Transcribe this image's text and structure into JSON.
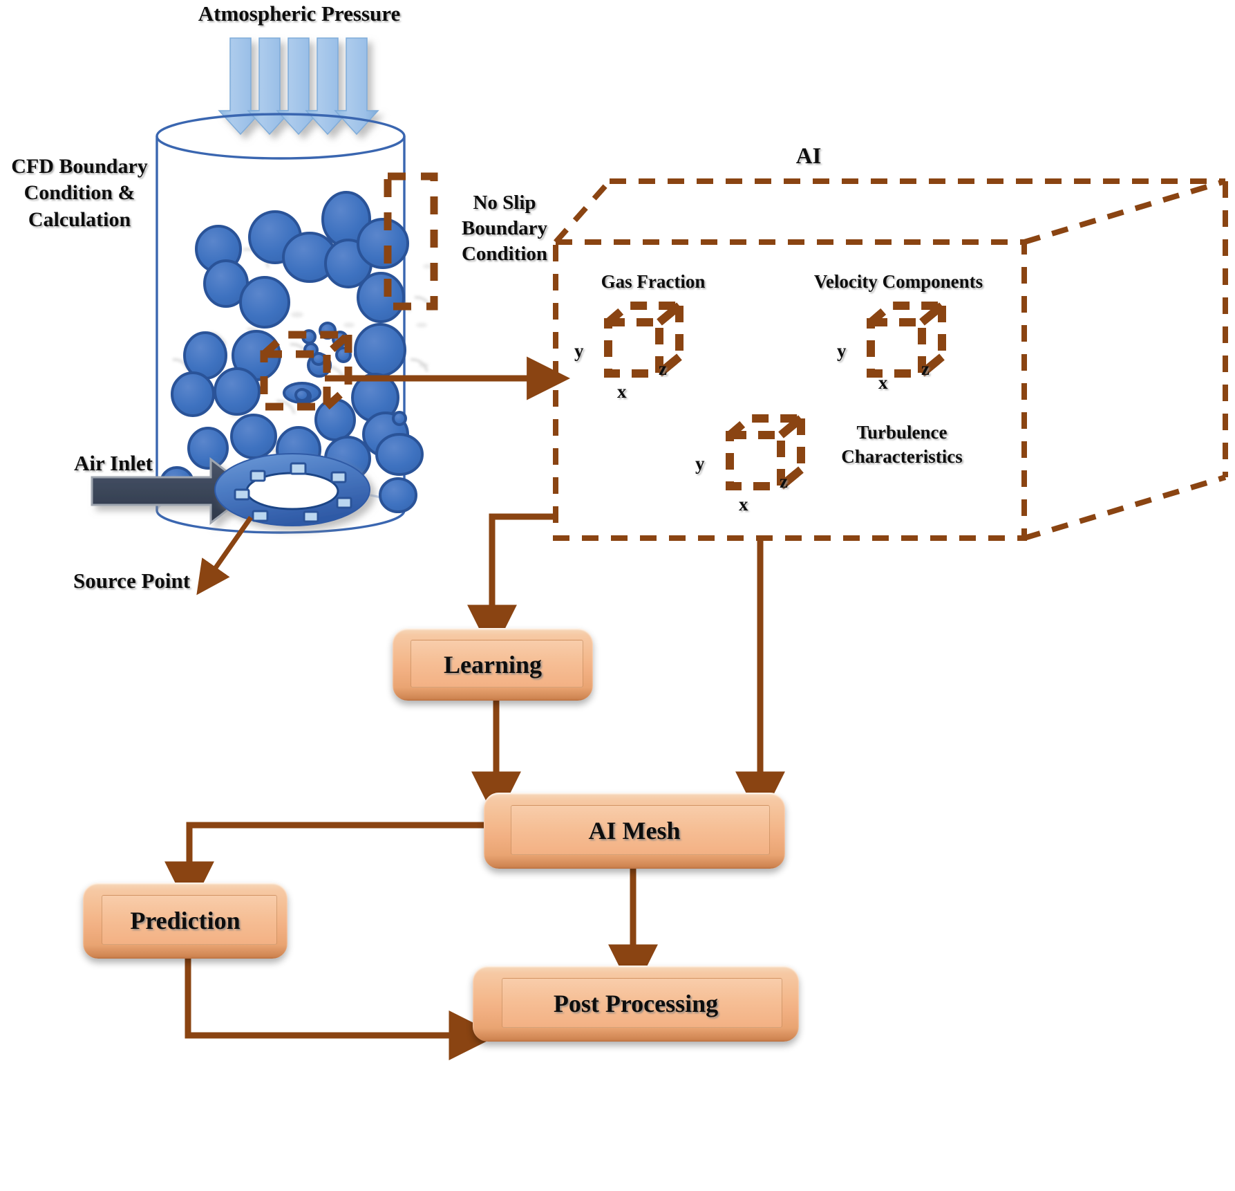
{
  "diagram": {
    "title_top": "Atmospheric Pressure",
    "left_caption": "CFD Boundary\nCondition &\nCalculation",
    "no_slip_label": "No Slip\nBoundary\nCondition",
    "air_inlet_label": "Air Inlet",
    "source_point_label": "Source Point",
    "ai_label": "AI"
  },
  "ai_panel": {
    "items": [
      {
        "name": "Gas Fraction",
        "axes": {
          "x": "x",
          "y": "y",
          "z": "z"
        }
      },
      {
        "name": "Velocity Components",
        "axes": {
          "x": "x",
          "y": "y",
          "z": "z"
        }
      },
      {
        "name": "Turbulence\nCharacteristics",
        "axes": {
          "x": "x",
          "y": "y",
          "z": "z"
        }
      }
    ]
  },
  "flowchart": {
    "nodes": [
      {
        "id": "learning",
        "label": "Learning"
      },
      {
        "id": "ai_mesh",
        "label": "AI Mesh"
      },
      {
        "id": "prediction",
        "label": "Prediction"
      },
      {
        "id": "post_processing",
        "label": "Post Processing"
      }
    ]
  },
  "colors": {
    "brown": "#8A4412",
    "brown_dark": "#7a3c0f",
    "cylinder_blue": "#3A66B0",
    "bubble_blue": "#3E72C0",
    "bubble_stroke": "#2A5398",
    "pressure_arrow": "#9DC3E6",
    "inlet_arrow": "#3B4659",
    "box_fill": "#F4B98D",
    "text": "#0D0D0D"
  }
}
